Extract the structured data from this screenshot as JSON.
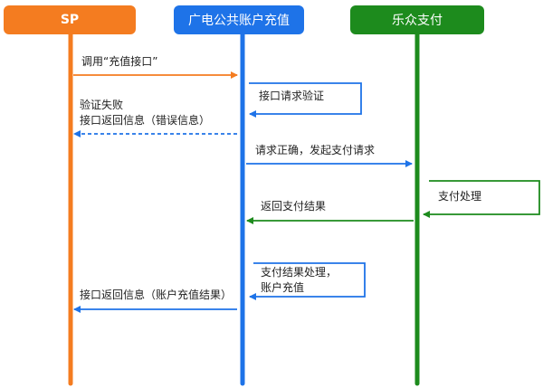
{
  "participants": [
    {
      "label": "SP",
      "color": "#f47c20"
    },
    {
      "label": "广电公共账户充值",
      "color": "#1e73e8"
    },
    {
      "label": "乐众支付",
      "color": "#1d8b1d"
    }
  ],
  "messages": {
    "m1": "调用“充值接口”",
    "m2": "接口请求验证",
    "m3_line1": "验证失败",
    "m3_line2": "接口返回信息（错误信息）",
    "m4": "请求正确，发起支付请求",
    "m5": "支付处理",
    "m6": "返回支付结果",
    "m7_line1": "支付结果处理，",
    "m7_line2": "账户充值",
    "m8": "接口返回信息（账户充值结果）"
  },
  "colors": {
    "orange": "#f47c20",
    "blue": "#1e73e8",
    "green": "#1d8b1d"
  }
}
